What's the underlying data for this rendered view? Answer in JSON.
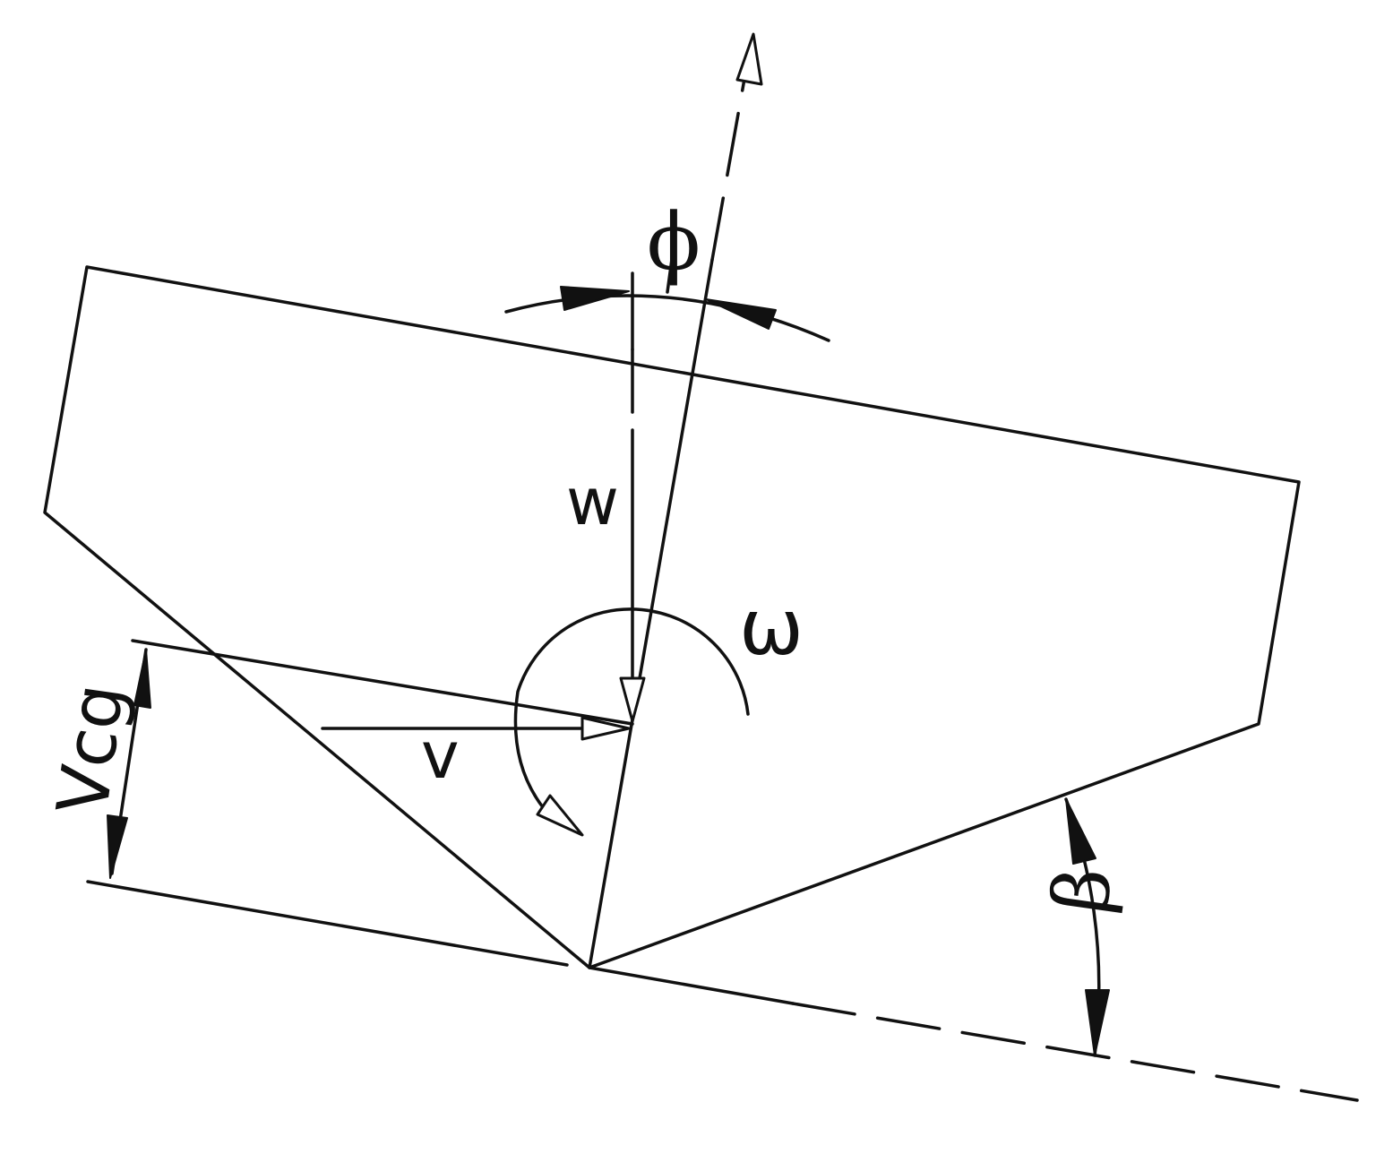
{
  "labels": {
    "phi": "ϕ",
    "w": "w",
    "omega": "ω",
    "v": "v",
    "vcg": "Vcg",
    "beta": "β"
  },
  "colors": {
    "stroke": "#111111",
    "background": "#ffffff"
  }
}
